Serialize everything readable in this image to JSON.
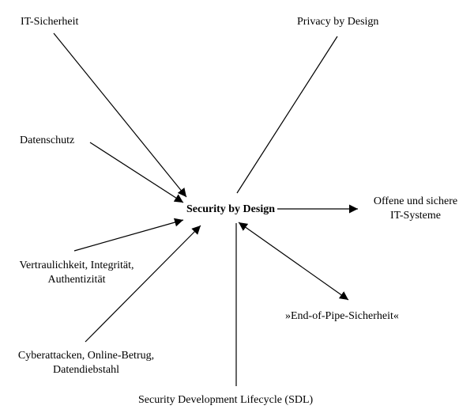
{
  "nodes": {
    "center": "Security by Design",
    "it_sicherheit": "IT-Sicherheit",
    "privacy": "Privacy by Design",
    "datenschutz": "Datenschutz",
    "offene_line1": "Offene und sichere",
    "offene_line2": "IT-Systeme",
    "vertraulichkeit_line1": "Vertraulichkeit, Integrität,",
    "vertraulichkeit_line2": "Authentizität",
    "end_of_pipe": "»End-of-Pipe-Sicherheit«",
    "cyber_line1": "Cyberattacken, Online-Betrug,",
    "cyber_line2": "Datendiebstahl",
    "sdl": "Security Development Lifecycle (SDL)"
  },
  "edges": [
    {
      "from": "it_sicherheit",
      "to": "center",
      "direction": "to-center"
    },
    {
      "from": "datenschutz",
      "to": "center",
      "direction": "to-center"
    },
    {
      "from": "vertraulichkeit",
      "to": "center",
      "direction": "to-center"
    },
    {
      "from": "cyber",
      "to": "center",
      "direction": "to-center"
    },
    {
      "from": "privacy",
      "to": "center",
      "direction": "none"
    },
    {
      "from": "sdl",
      "to": "center",
      "direction": "none"
    },
    {
      "from": "center",
      "to": "offene",
      "direction": "from-center"
    },
    {
      "from": "center",
      "to": "end_of_pipe",
      "direction": "both"
    }
  ],
  "colors": {
    "ink": "#000000",
    "background": "#ffffff"
  }
}
